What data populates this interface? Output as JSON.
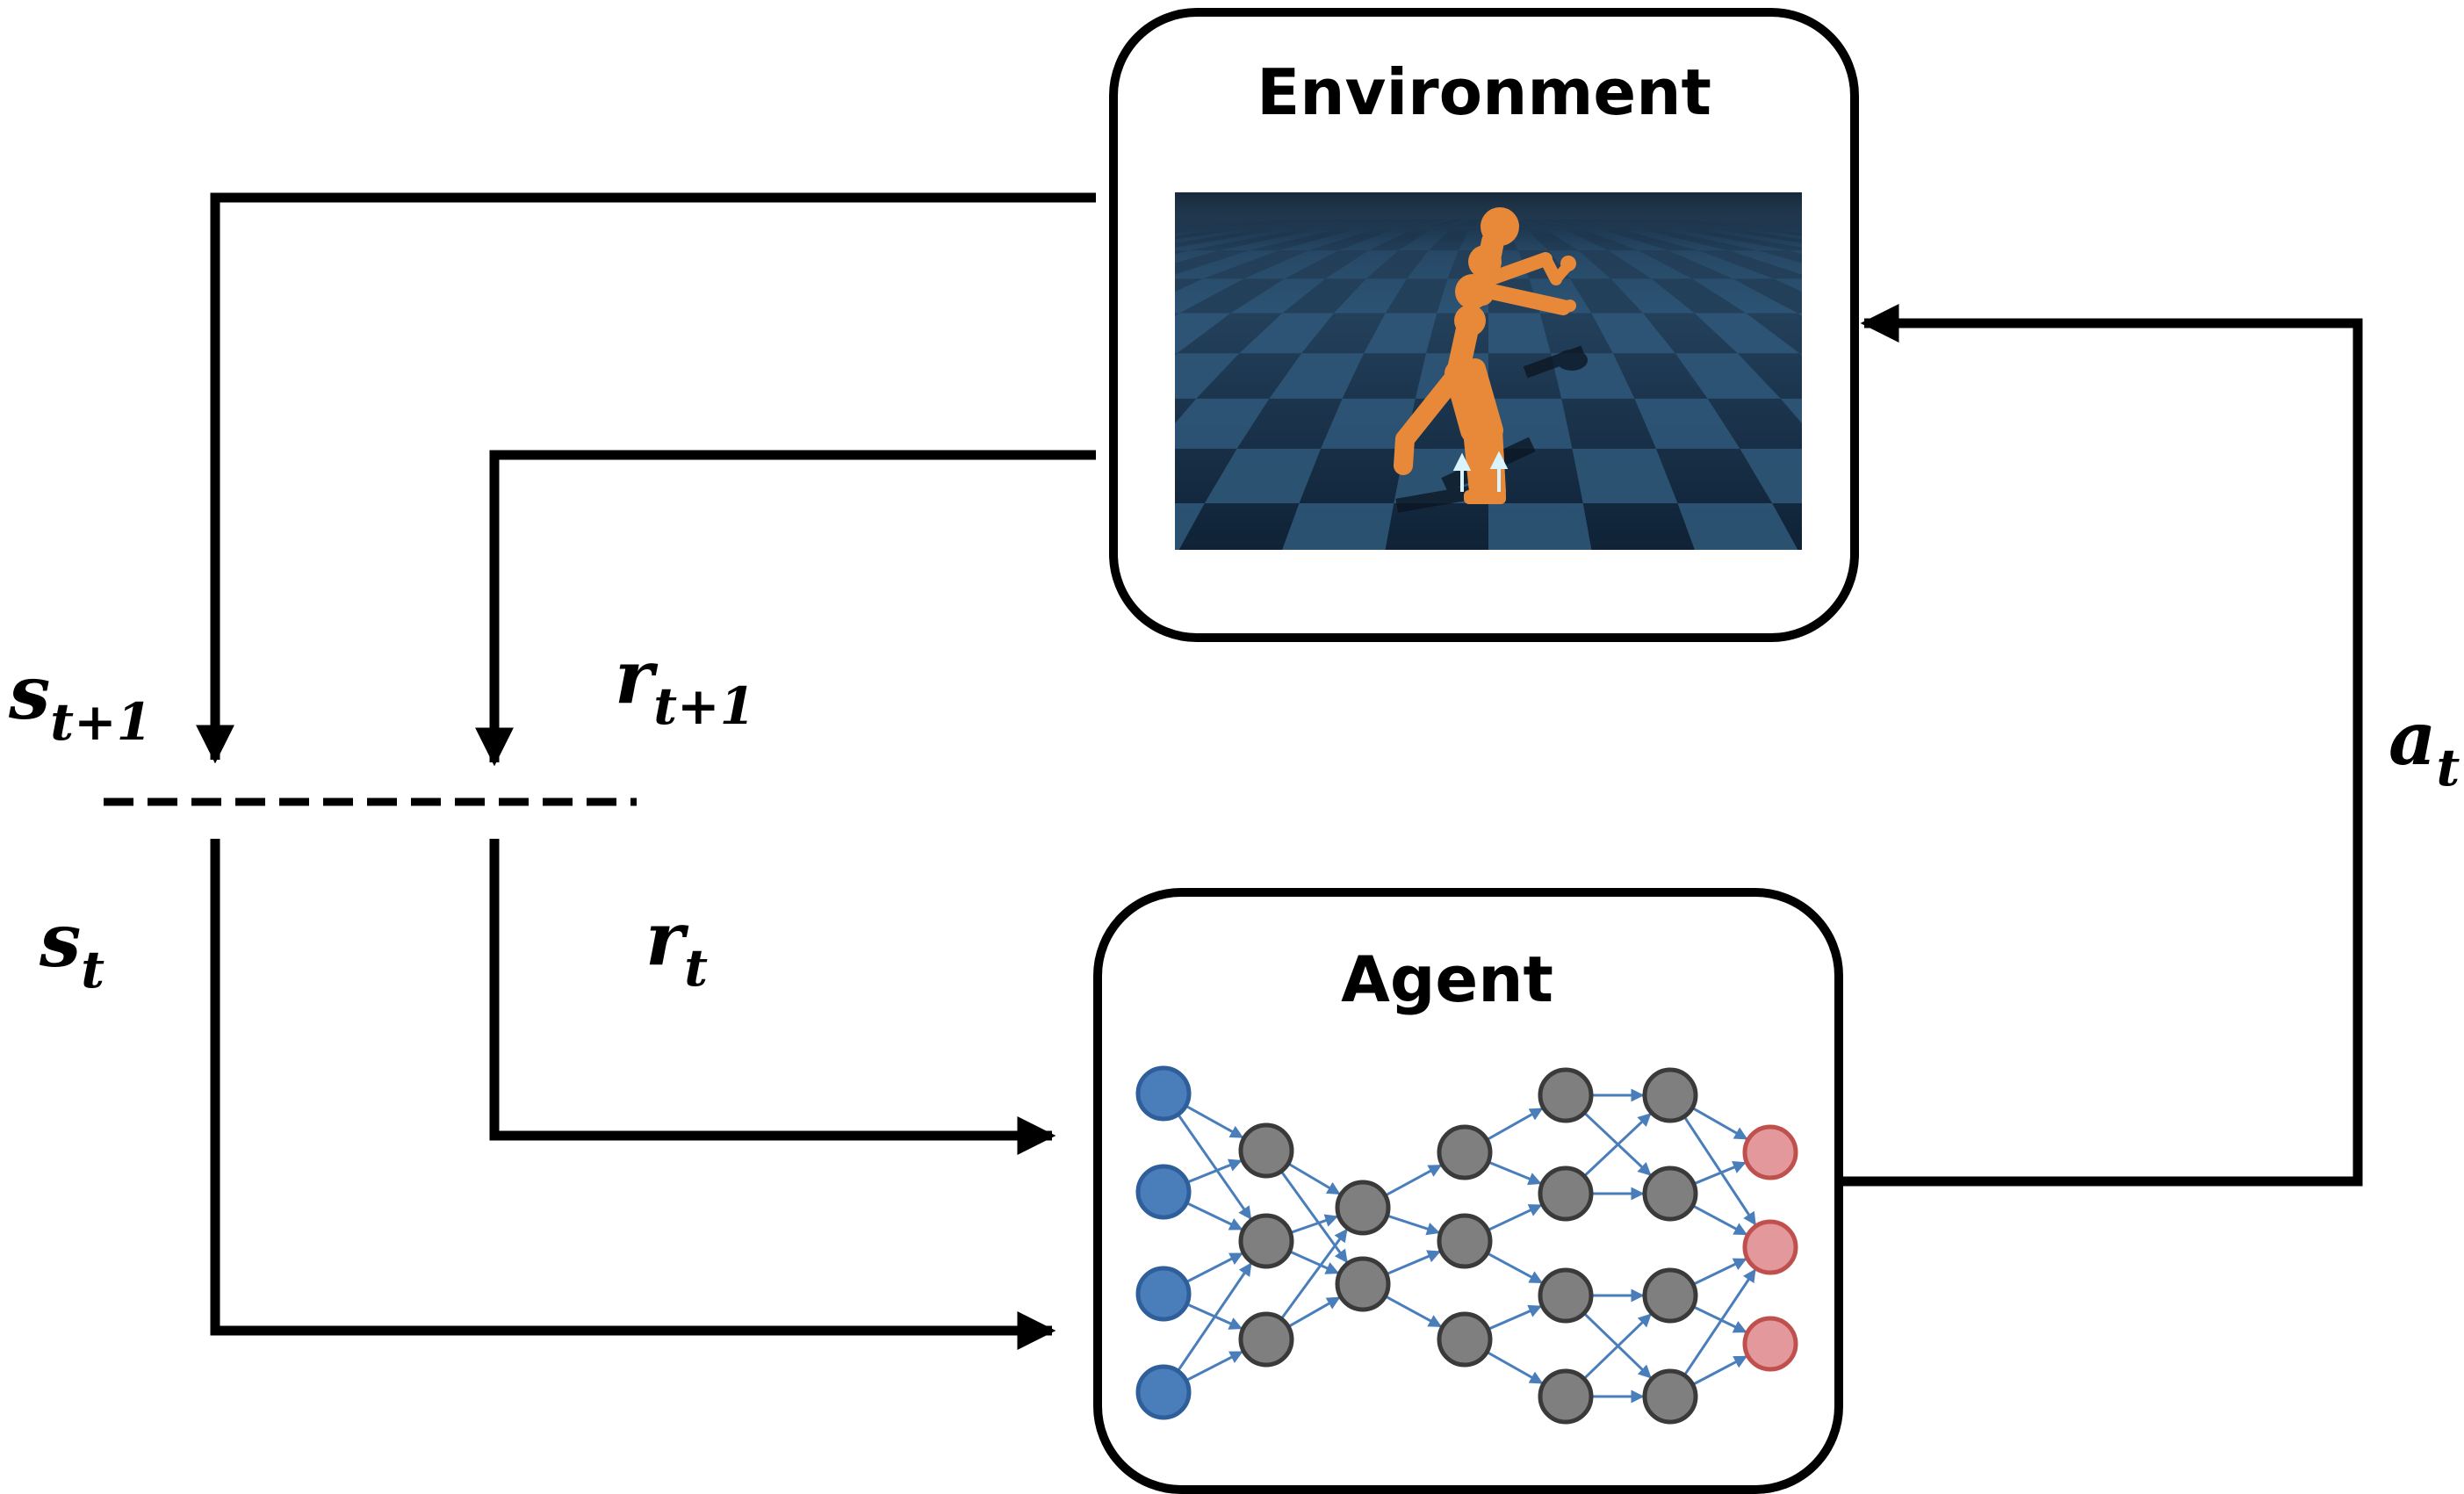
{
  "environment": {
    "title": "Environment"
  },
  "agent": {
    "title": "Agent"
  },
  "labels": {
    "s_next": {
      "base": "s",
      "sub": "t+1"
    },
    "r_next": {
      "base": "r",
      "sub": "t+1"
    },
    "s_cur": {
      "base": "s",
      "sub": "t"
    },
    "r_cur": {
      "base": "r",
      "sub": "t"
    },
    "action": {
      "base": "a",
      "sub": "t"
    }
  },
  "colors": {
    "input_node": "#4a7ebb",
    "hidden_node": "#7f7f7f",
    "output_node": "#e3989b",
    "edge": "#4a7ebb",
    "scene_floor": "#1d3a58",
    "figure": "#e8893a"
  },
  "network": {
    "layers": [
      {
        "role": "input",
        "nodes": 4
      },
      {
        "role": "hidden",
        "nodes": 3
      },
      {
        "role": "hidden",
        "nodes": 2
      },
      {
        "role": "hidden",
        "nodes": 3
      },
      {
        "role": "hidden",
        "nodes": 4
      },
      {
        "role": "hidden",
        "nodes": 4
      },
      {
        "role": "output",
        "nodes": 3
      }
    ]
  }
}
